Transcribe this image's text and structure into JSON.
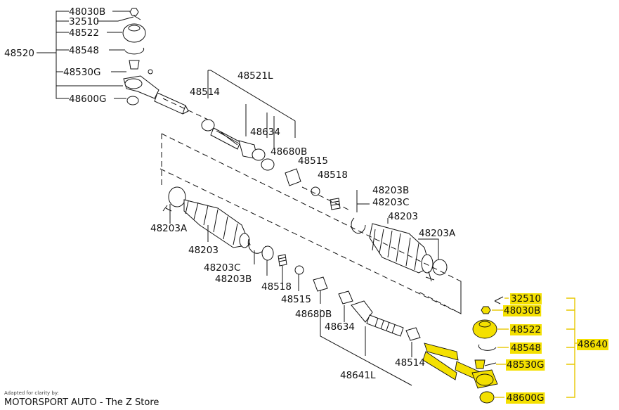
{
  "labels": {
    "l48030B_top": "48030B",
    "l32510_top": "32510",
    "l48522_top": "48522",
    "l48520": "48520",
    "l48548_top": "48548",
    "l48530G_top": "48530G",
    "l48600G_top": "48600G",
    "l48521L": "48521L",
    "l48514_top": "48514",
    "l48634_top": "48634",
    "l48680B_top": "48680B",
    "l48515_top": "48515",
    "l48518_top": "48518",
    "l48203B_right": "48203B",
    "l48203C_right": "48203C",
    "l48203_right": "48203",
    "l48203A_right": "48203A",
    "l48203A_left": "48203A",
    "l48203_left": "48203",
    "l48203C_left": "48203C",
    "l48203B_left": "48203B",
    "l48518_bottom": "48518",
    "l48515_bottom": "48515",
    "l48680B_bottom": "48680B",
    "l48634_bottom": "48634",
    "l48641L": "48641L",
    "l48514_bottom": "48514",
    "r32510": "32510",
    "r48030B": "48030B",
    "r48522": "48522",
    "r48548": "48548",
    "r48530G": "48530G",
    "r48600G": "48600G",
    "r48640": "48640"
  },
  "credit": {
    "small": "Adapted for clarity by:",
    "big": "MOTORSPORT AUTO - The Z Store"
  },
  "colors": {
    "highlight": "#f4e000",
    "leader": "#e8c800",
    "ink": "#111111"
  }
}
